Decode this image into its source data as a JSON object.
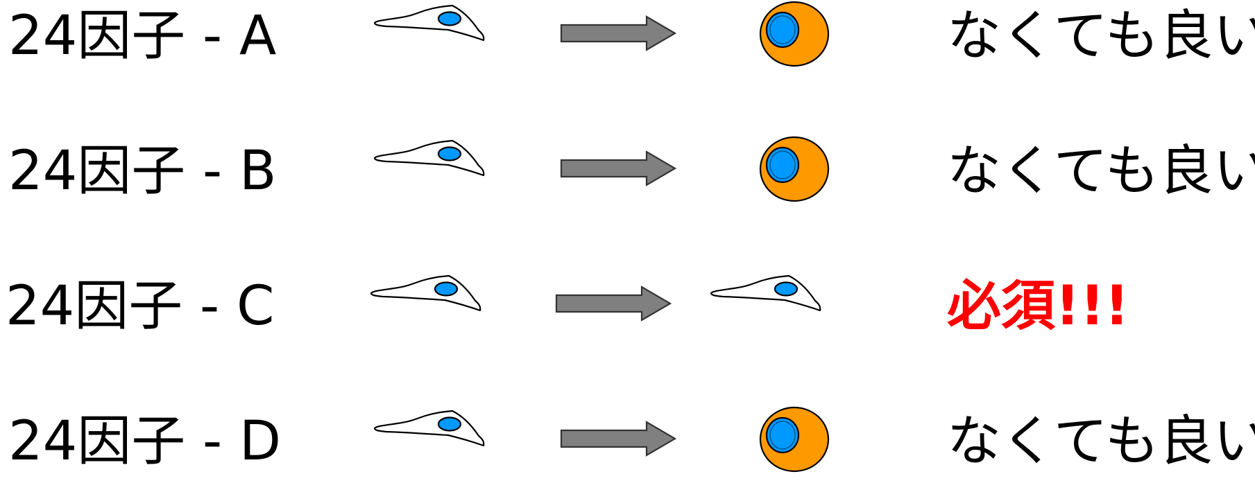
{
  "rows": [
    {
      "factor_label": "24因子 - A",
      "result": "なくても良い",
      "result_kind": "not-required",
      "outcome": "ips-cell"
    },
    {
      "factor_label": "24因子 - B",
      "result": "なくても良い",
      "result_kind": "not-required",
      "outcome": "ips-cell"
    },
    {
      "factor_label": "24因子 - C",
      "result": "必須!!!",
      "result_kind": "required",
      "outcome": "fibroblast"
    },
    {
      "factor_label": "24因子 - D",
      "result": "なくても良い",
      "result_kind": "not-required",
      "outcome": "ips-cell"
    }
  ],
  "colors": {
    "text": "#000000",
    "required_text": "#ff0000",
    "arrow_fill": "#808080",
    "arrow_stroke": "#333333",
    "nucleus_fill": "#0099ff",
    "nucleus_stroke": "#000000",
    "ips_cytoplasm_fill": "#ff9900",
    "cell_outline": "#000000",
    "cell_fill": "#ffffff"
  },
  "icons": {
    "fibroblast": "fibroblast-cell-icon",
    "arrow": "right-arrow-icon",
    "ips_cell": "ips-cell-icon"
  }
}
